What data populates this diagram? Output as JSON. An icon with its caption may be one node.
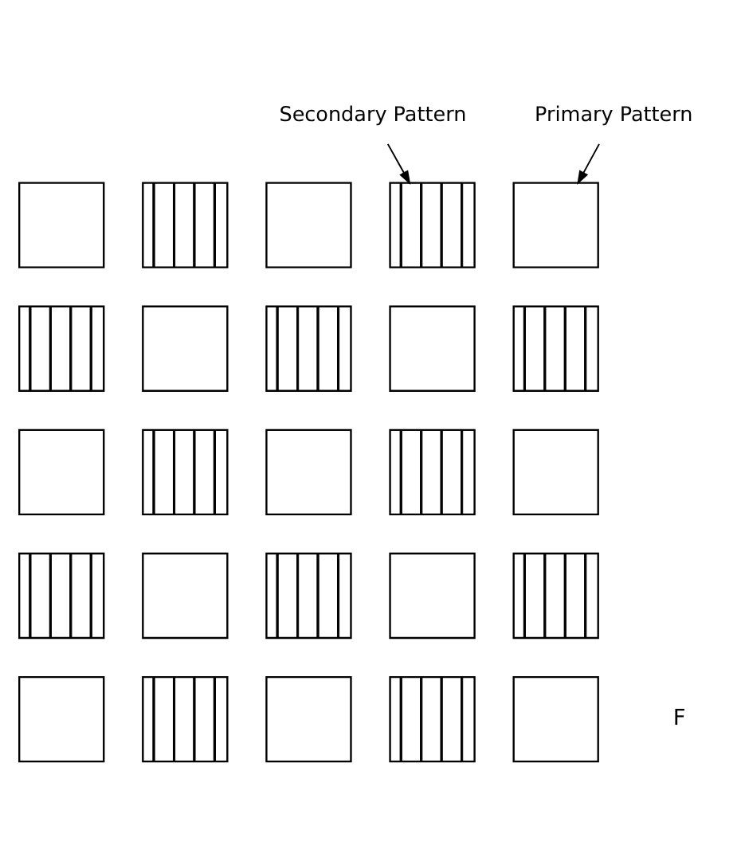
{
  "diagram": {
    "nodes": [
      {
        "text": [
          "Secondary Pattern"
        ]
      },
      {
        "text": [
          "Primary Pattern"
        ]
      },
      {
        "text": [],
        "shape": "box"
      },
      {
        "text": [],
        "shape": "box"
      },
      {
        "text": [],
        "shape": "box"
      },
      {
        "text": [],
        "shape": "box"
      },
      {
        "text": [],
        "shape": "box"
      },
      {
        "text": [],
        "shape": "box"
      },
      {
        "text": [],
        "shape": "box"
      },
      {
        "text": [],
        "shape": "box"
      },
      {
        "text": [],
        "shape": "box"
      },
      {
        "text": [],
        "shape": "box"
      },
      {
        "text": [],
        "shape": "box"
      },
      {
        "text": [],
        "shape": "box"
      },
      {
        "text": [],
        "shape": "box"
      },
      {
        "text": [],
        "shape": "box"
      },
      {
        "text": [],
        "shape": "box"
      },
      {
        "text": [],
        "shape": "box"
      },
      {
        "text": [],
        "shape": "box"
      },
      {
        "text": [],
        "shape": "box"
      },
      {
        "text": [],
        "shape": "box"
      },
      {
        "text": [],
        "shape": "box"
      },
      {
        "text": [],
        "shape": "box"
      },
      {
        "text": [],
        "shape": "box"
      },
      {
        "text": [],
        "shape": "box"
      },
      {
        "text": [],
        "shape": "box"
      },
      {
        "text": [],
        "shape": "box"
      }
    ],
    "edges": [
      {
        "from": 0,
        "to": 5,
        "arrow": "to"
      },
      {
        "from": 1,
        "to": 6,
        "arrow": "to"
      }
    ],
    "labels": [
      "F"
    ]
  }
}
